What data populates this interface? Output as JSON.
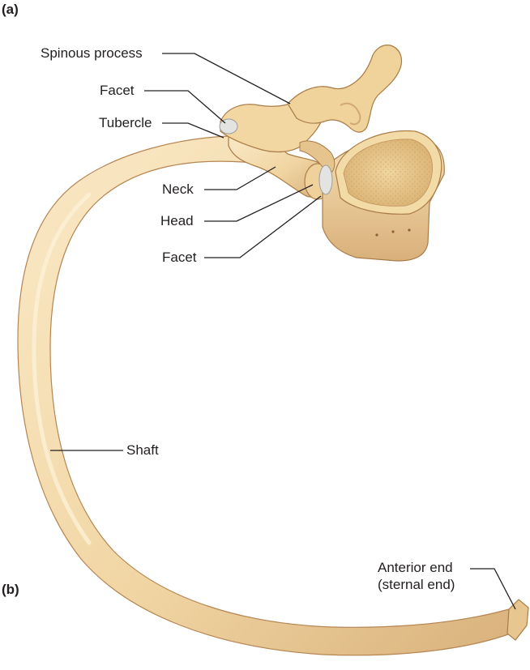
{
  "panels": {
    "a": "(a)",
    "b": "(b)"
  },
  "labels": {
    "spinous_process": "Spinous process",
    "facet_upper": "Facet",
    "tubercle": "Tubercle",
    "neck": "Neck",
    "head": "Head",
    "facet_lower": "Facet",
    "shaft": "Shaft",
    "anterior_end": "Anterior end",
    "sternal_end": "(sternal end)"
  },
  "colors": {
    "bone_fill": "#f1d6a4",
    "bone_highlight": "#fae9c7",
    "bone_shadow": "#c89b63",
    "bone_outline": "#a97c47",
    "cartilage": "#e3e3e1",
    "cancellous": "#e8c98e",
    "leader_line": "#231f20"
  }
}
